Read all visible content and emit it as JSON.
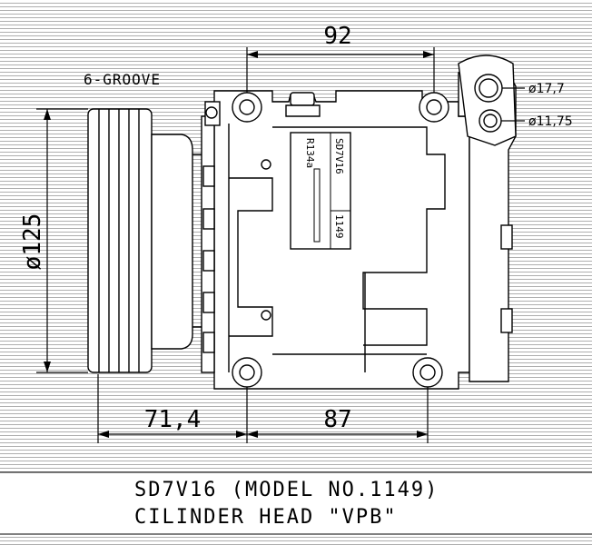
{
  "drawing": {
    "dimensions": {
      "top_spacing": "92",
      "pulley_diameter": "ø125",
      "pulley_offset": "71,4",
      "bottom_spacing": "87",
      "port_large": "ø17,7",
      "port_small": "ø11,75"
    },
    "pulley_label": "6-GROOVE",
    "nameplate": {
      "model": "SD7V16",
      "refrigerant": "R134a",
      "number": "1149"
    },
    "caption": {
      "line1": "SD7V16 (MODEL NO.1149)",
      "line2": "CILINDER HEAD \"VPB\""
    }
  }
}
